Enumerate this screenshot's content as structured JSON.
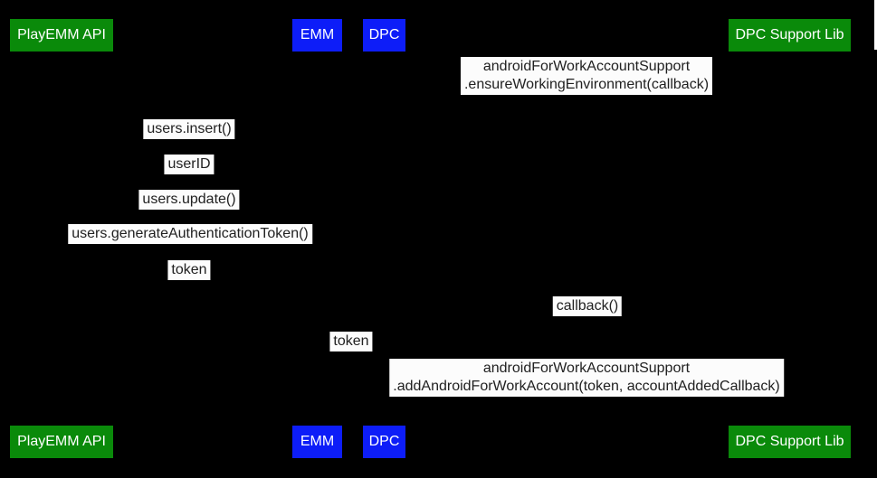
{
  "diagram": {
    "type": "sequence-diagram",
    "background_color": "#000000",
    "participant_colors": {
      "green": "#0a8a0a",
      "blue": "#0d1df8"
    },
    "label_style": {
      "background": "#fcfcfc",
      "text_color": "#212121"
    },
    "participants": [
      {
        "id": "playemm",
        "label": "PlayEMM API",
        "color": "green"
      },
      {
        "id": "emm",
        "label": "EMM",
        "color": "blue"
      },
      {
        "id": "dpc",
        "label": "DPC",
        "color": "blue"
      },
      {
        "id": "dpclib",
        "label": "DPC Support Lib",
        "color": "green"
      }
    ],
    "messages": [
      {
        "lines": [
          "androidForWorkAccountSupport",
          ".ensureWorkingEnvironment(callback)"
        ]
      },
      {
        "lines": [
          "users.insert()"
        ]
      },
      {
        "lines": [
          "userID"
        ]
      },
      {
        "lines": [
          "users.update()"
        ]
      },
      {
        "lines": [
          "users.generateAuthenticationToken()"
        ]
      },
      {
        "lines": [
          "token"
        ]
      },
      {
        "lines": [
          "callback()"
        ]
      },
      {
        "lines": [
          "token"
        ]
      },
      {
        "lines": [
          "androidForWorkAccountSupport",
          ".addAndroidForWorkAccount(token, accountAddedCallback)"
        ]
      }
    ]
  }
}
